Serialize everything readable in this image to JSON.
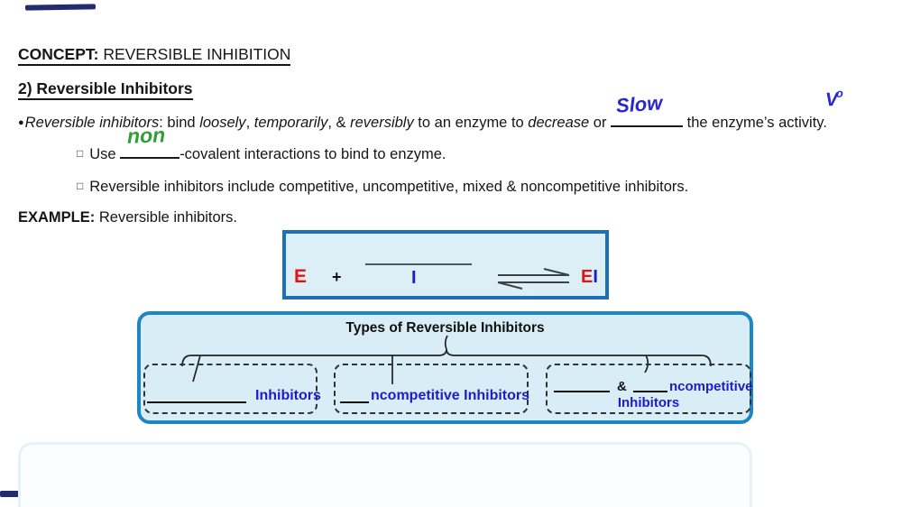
{
  "colors": {
    "ink_blue": "#2727d8",
    "ink_green": "#2f9e33",
    "accent_red": "#e41414",
    "label_blue": "#1c1cce",
    "reaction_box_border": "#1d6fb6",
    "types_box_border": "#1d86c6",
    "box_fill": "#d9edf6"
  },
  "heading": {
    "label": "CONCEPT:",
    "title": " REVERSIBLE INHIBITION"
  },
  "section": {
    "title": "2) Reversible Inhibitors"
  },
  "bullet": {
    "marker": "●",
    "term": "Reversible inhibitors",
    "after_term": ": bind ",
    "italic1": "loosely",
    "comma1": ", ",
    "italic2": "temporarily",
    "comma2": ", & ",
    "italic3": "reversibly",
    "mid": " to an enzyme to ",
    "italic4": "decrease",
    "or": " or ",
    "handwritten_answer": "Slow",
    "tail": " the enzyme’s activity.",
    "annotation_v": "V",
    "annotation_sub": "o"
  },
  "sub_bullet_1": {
    "marker": "□",
    "pre": "Use ",
    "handwritten_answer": "non",
    "post": "-covalent interactions to bind to enzyme."
  },
  "sub_bullet_2": {
    "marker": "□",
    "text": "Reversible inhibitors include competitive, uncompetitive, mixed & noncompetitive inhibitors."
  },
  "example": {
    "label": "EXAMPLE:",
    "text": " Reversible inhibitors."
  },
  "reaction": {
    "enzyme": "E",
    "plus": "+",
    "inhibitor": "I",
    "complex_e": "E",
    "complex_i": "I"
  },
  "types": {
    "title": "Types of Reversible Inhibitors",
    "box1": {
      "label": "Inhibitors"
    },
    "box2": {
      "label": "ncompetitive Inhibitors"
    },
    "box3": {
      "amp": "&",
      "label1": "ncompetitive",
      "label2": "Inhibitors"
    }
  }
}
